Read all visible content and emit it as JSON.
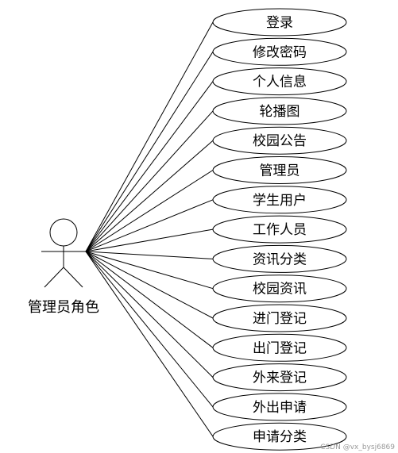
{
  "actor": {
    "label": "管理员角色"
  },
  "use_cases": [
    "登录",
    "修改密码",
    "个人信息",
    "轮播图",
    "校园公告",
    "管理员",
    "学生用户",
    "工作人员",
    "资讯分类",
    "校园资讯",
    "进门登记",
    "出门登记",
    "外来登记",
    "外出申请",
    "申请分类"
  ],
  "watermark": "CSDN @vx_bysj6869"
}
